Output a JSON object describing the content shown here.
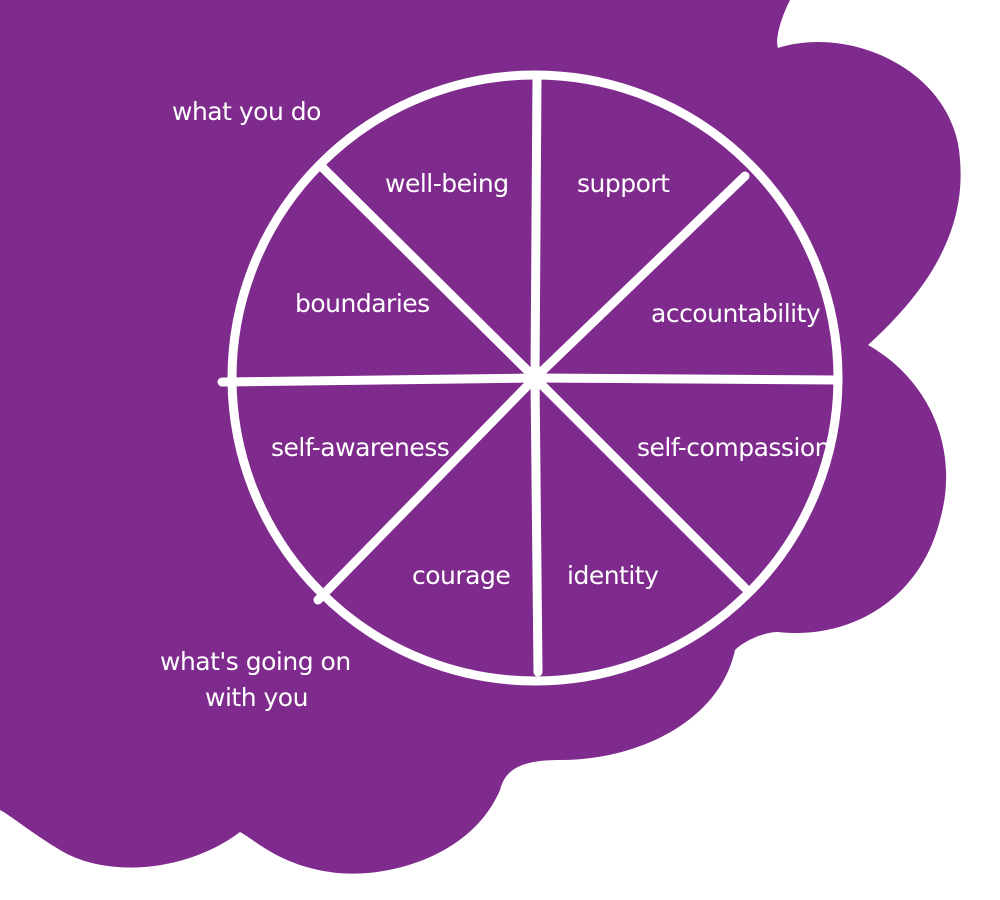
{
  "colors": {
    "background": "#ffffff",
    "cloud": "#7f2b8d",
    "ink": "#ffffff"
  },
  "annotations": {
    "top_left": "what you do",
    "bottom_left_line1": "what's going on",
    "bottom_left_line2": "with you"
  },
  "wheel": {
    "segments": [
      {
        "label": "support"
      },
      {
        "label": "accountability"
      },
      {
        "label": "self-compassion"
      },
      {
        "label": "identity"
      },
      {
        "label": "courage"
      },
      {
        "label": "self-awareness"
      },
      {
        "label": "boundaries"
      },
      {
        "label": "well-being"
      }
    ]
  }
}
